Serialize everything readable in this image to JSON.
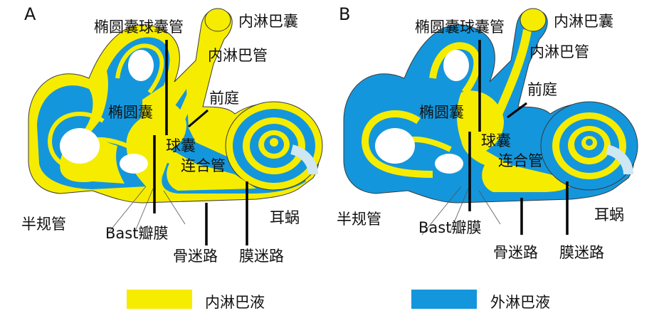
{
  "panels": [
    {
      "letter": "A",
      "labels": {
        "utricle_saccular_duct": "椭圆囊球囊管",
        "endolymphatic_sac": "内淋巴囊",
        "endolymphatic_duct": "内淋巴管",
        "vestibule": "前庭",
        "utricle": "椭圆囊",
        "saccule": "球囊",
        "ductus_reuniens": "连合管",
        "semicircular_canal": "半规管",
        "bast_valve": "Bast瓣膜",
        "cochlea": "耳蜗",
        "bony_labyrinth": "骨迷路",
        "membranous_labyrinth": "膜迷路"
      }
    },
    {
      "letter": "B",
      "labels": {
        "utricle_saccular_duct": "椭圆囊球囊管",
        "endolymphatic_sac": "内淋巴囊",
        "endolymphatic_duct": "内淋巴管",
        "vestibule": "前庭",
        "utricle": "椭圆囊",
        "saccule": "球囊",
        "ductus_reuniens": "连合管",
        "semicircular_canal": "半规管",
        "bast_valve": "Bast瓣膜",
        "cochlea": "耳蜗",
        "bony_labyrinth": "骨迷路",
        "membranous_labyrinth": "膜迷路"
      }
    }
  ],
  "legend": [
    {
      "label": "内淋巴液",
      "color": "#f6ec00"
    },
    {
      "label": "外淋巴液",
      "color": "#1496dc"
    }
  ]
}
